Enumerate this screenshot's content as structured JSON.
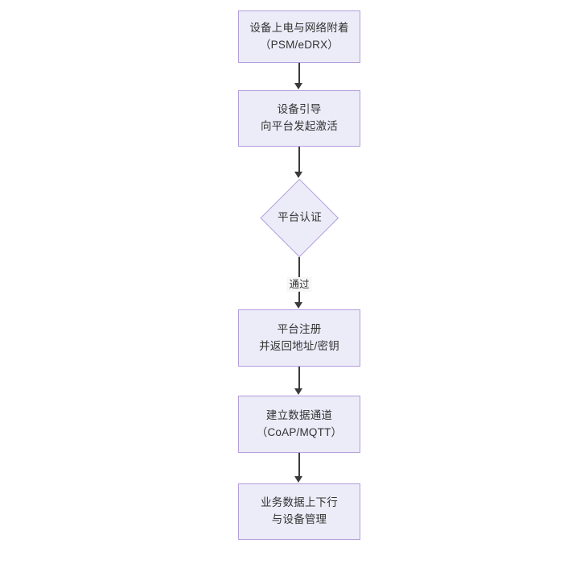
{
  "diagram": {
    "type": "flowchart",
    "orientation": "top-to-bottom",
    "background_color": "#ffffff",
    "node_fill_color": "#ececf9",
    "node_border_color": "#b39ddb",
    "node_text_color": "#333333",
    "connector_color": "#3a3a3a",
    "nodes": [
      {
        "id": "power-on",
        "shape": "rectangle",
        "line1": "设备上电与网络附着",
        "line2": "（PSM/eDRX）"
      },
      {
        "id": "bootstrap",
        "shape": "rectangle",
        "line1": "设备引导",
        "line2": "向平台发起激活"
      },
      {
        "id": "platform-auth",
        "shape": "diamond",
        "line1": "平台认证"
      },
      {
        "id": "platform-register",
        "shape": "rectangle",
        "line1": "平台注册",
        "line2": "并返回地址/密钥"
      },
      {
        "id": "data-channel",
        "shape": "rectangle",
        "line1": "建立数据通道",
        "line2": "（CoAP/MQTT）"
      },
      {
        "id": "business-data",
        "shape": "rectangle",
        "line1": "业务数据上下行",
        "line2": "与设备管理"
      }
    ],
    "edges": [
      {
        "id": "e1",
        "from": "power-on",
        "to": "bootstrap",
        "label": ""
      },
      {
        "id": "e2",
        "from": "bootstrap",
        "to": "platform-auth",
        "label": ""
      },
      {
        "id": "e3",
        "from": "platform-auth",
        "to": "platform-register",
        "label": "通过"
      },
      {
        "id": "e4",
        "from": "platform-register",
        "to": "data-channel",
        "label": ""
      },
      {
        "id": "e5",
        "from": "data-channel",
        "to": "business-data",
        "label": ""
      }
    ]
  }
}
